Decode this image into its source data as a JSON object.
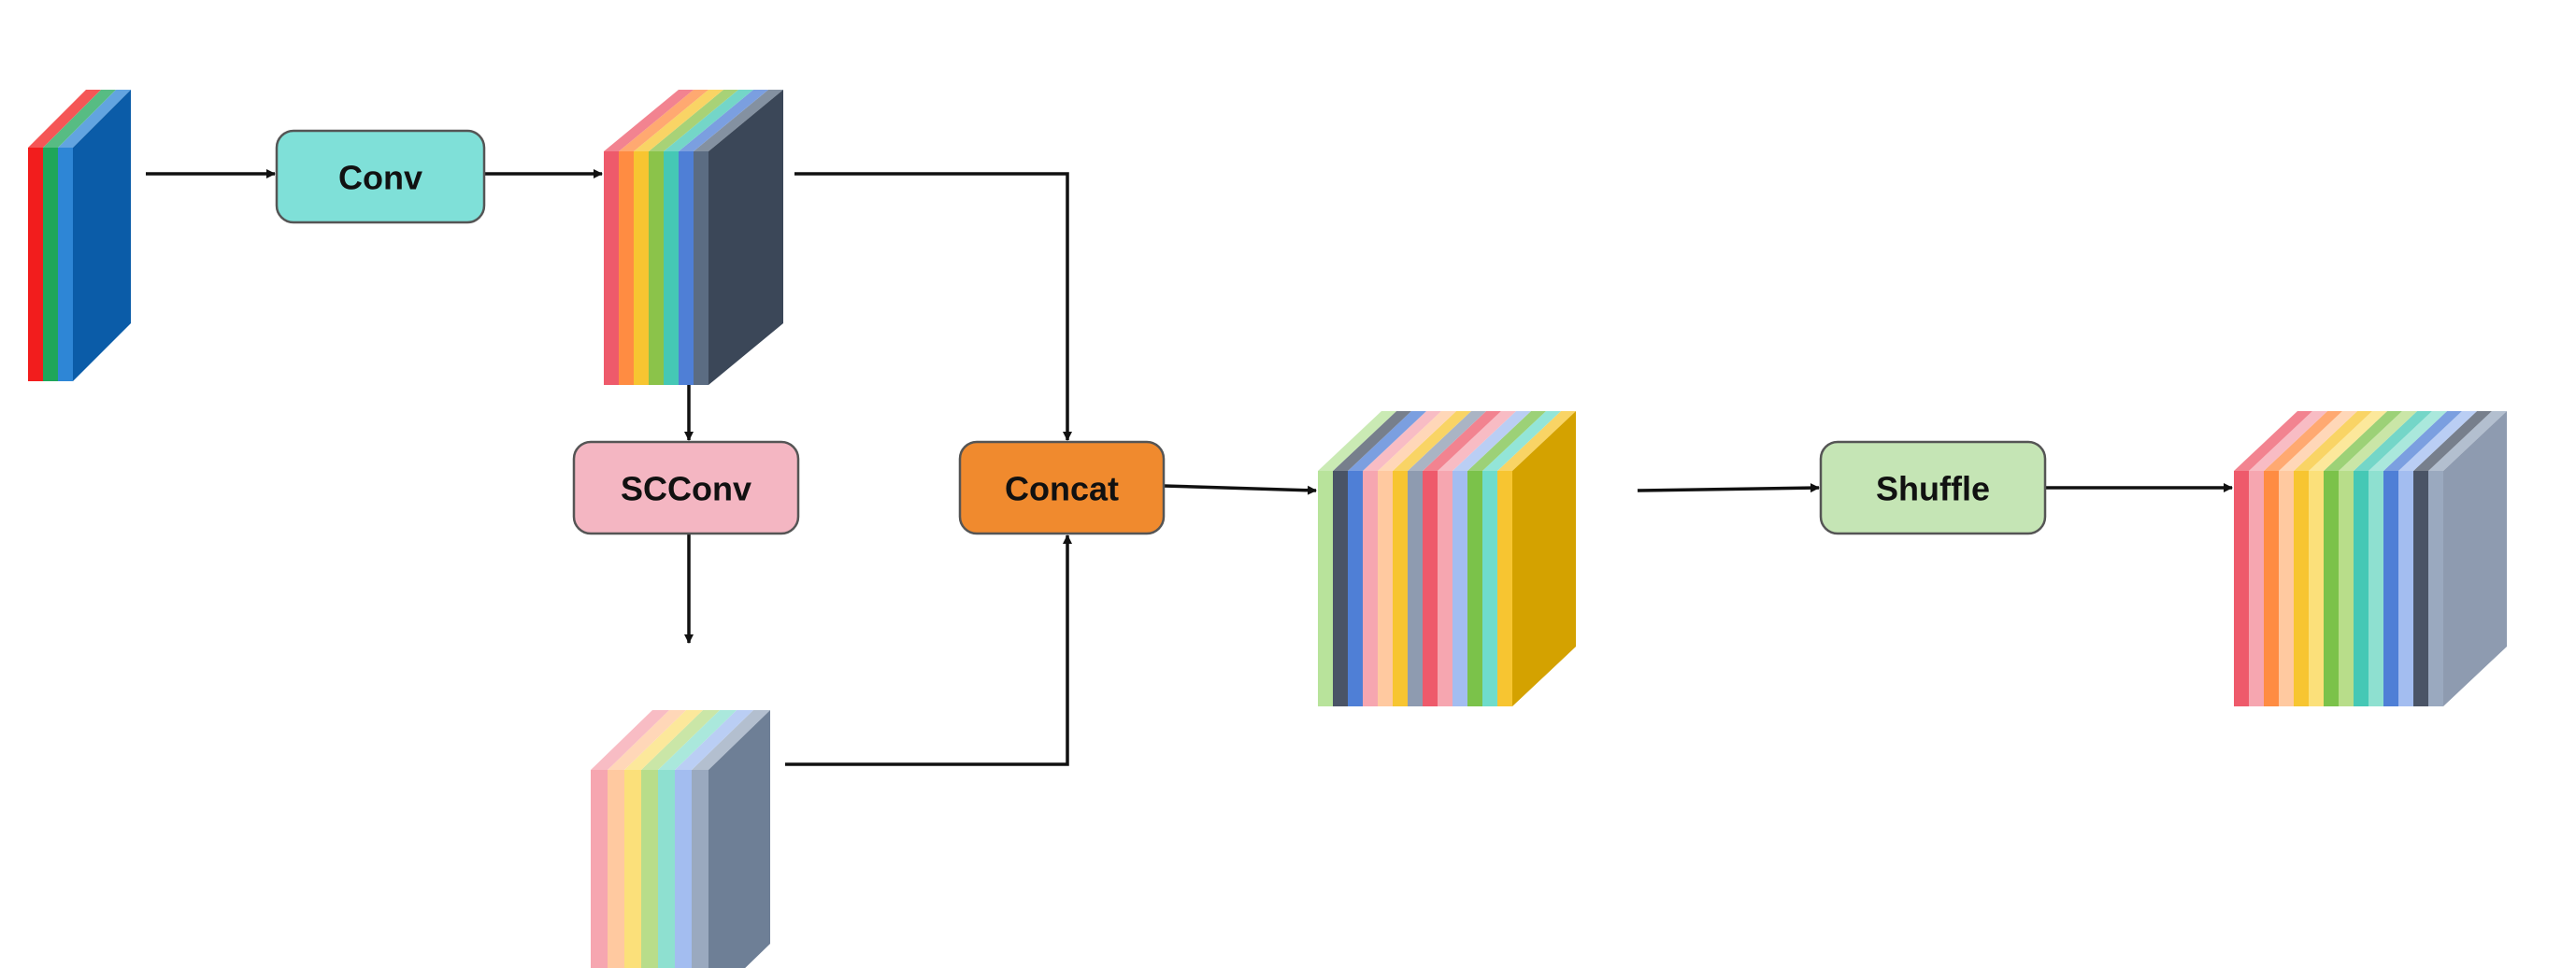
{
  "diagram": {
    "nodes": [
      {
        "id": "conv",
        "label": "Conv",
        "color": "#7FE0D8"
      },
      {
        "id": "scconv",
        "label": "SCConv",
        "color": "#F4B6C2"
      },
      {
        "id": "concat",
        "label": "Concat",
        "color": "#F08A2E"
      },
      {
        "id": "shuffle",
        "label": "Shuffle",
        "color": "#C5E5B5"
      }
    ],
    "tensors": [
      {
        "id": "input",
        "layers": [
          "#F21D1D",
          "#1FA65A",
          "#2E86D6"
        ],
        "side_color": "#0B5CA8"
      },
      {
        "id": "conv-output",
        "layers": [
          "#EE5A6B",
          "#FF8C42",
          "#F7C531",
          "#8BC34A",
          "#45C8B5",
          "#4F7FD6",
          "#5B6C82"
        ],
        "side_color": "#3B4758"
      },
      {
        "id": "scconv-output",
        "layers": [
          "#F6A6B0",
          "#FFC9A0",
          "#FBE07A",
          "#B8DD8A",
          "#8EE0D0",
          "#A3BDF0",
          "#9AA9BF"
        ],
        "side_color": "#6E7F96"
      },
      {
        "id": "concat-output",
        "layers": [
          "#B8E39B",
          "#4A5466",
          "#4F7FD6",
          "#F6A6B0",
          "#FFC9A0",
          "#F7C531",
          "#8E9BB0",
          "#EE5A6B",
          "#F6A6B0",
          "#A3BDF0",
          "#7BC24A",
          "#6FDCCB",
          "#F7C531"
        ],
        "side_color": "#D4A200"
      },
      {
        "id": "shuffled-output",
        "layers": [
          "#EE5A6B",
          "#F6A6B0",
          "#FF8C42",
          "#FFC9A0",
          "#F7C531",
          "#FBE07A",
          "#7BC24A",
          "#B8DD8A",
          "#45C8B5",
          "#8EE0D0",
          "#4F7FD6",
          "#A3BDF0",
          "#4A5466",
          "#9AA9BF"
        ],
        "side_color": "#8E9BB0"
      }
    ],
    "edge_color": "#111111"
  }
}
